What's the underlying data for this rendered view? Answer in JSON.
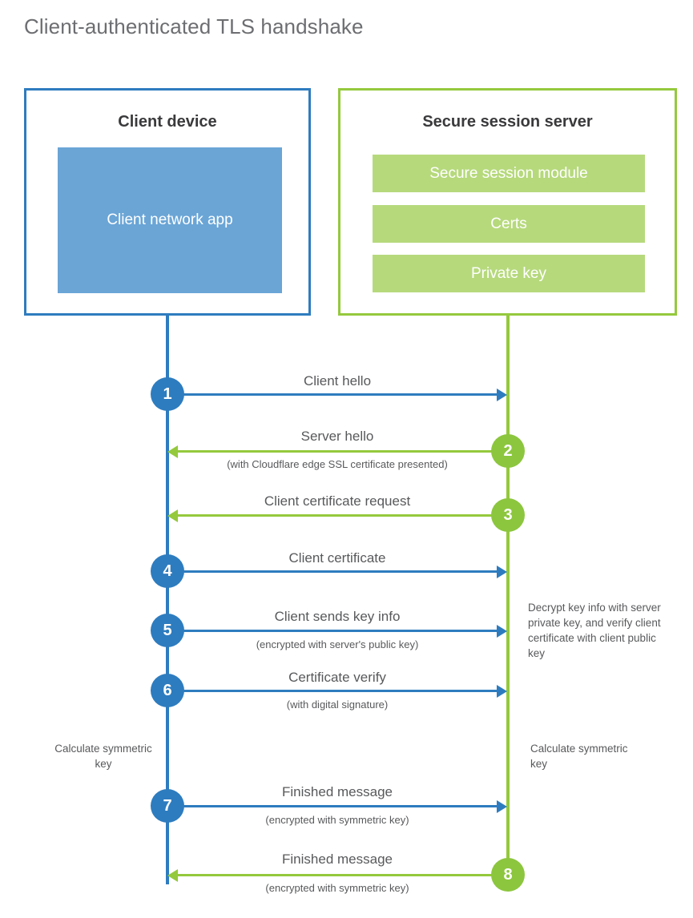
{
  "title": "Client-authenticated TLS handshake",
  "colors": {
    "blue_dark": "#2e7cbf",
    "blue_circle": "#2d7cbf",
    "blue_fill": "#6aa5d6",
    "green_dark": "#94c93d",
    "green_circle": "#8cc63e",
    "green_fill": "#b6d97c",
    "text": "#58595b",
    "title_text": "#6d6e71"
  },
  "client": {
    "title": "Client device",
    "app_label": "Client network app"
  },
  "server": {
    "title": "Secure session server",
    "items": [
      {
        "label": "Secure session module"
      },
      {
        "label": "Certs"
      },
      {
        "label": "Private key"
      }
    ]
  },
  "steps": [
    {
      "number": "1",
      "label": "Client hello",
      "sublabel": "",
      "direction": "client-to-server",
      "color": "blue"
    },
    {
      "number": "2",
      "label": "Server hello",
      "sublabel": "(with Cloudflare edge SSL certificate presented)",
      "direction": "server-to-client",
      "color": "green"
    },
    {
      "number": "3",
      "label": "Client certificate request",
      "sublabel": "",
      "direction": "server-to-client",
      "color": "green"
    },
    {
      "number": "4",
      "label": "Client certificate",
      "sublabel": "",
      "direction": "client-to-server",
      "color": "blue"
    },
    {
      "number": "5",
      "label": "Client sends key info",
      "sublabel": "(encrypted with server's public key)",
      "direction": "client-to-server",
      "color": "blue"
    },
    {
      "number": "6",
      "label": "Certificate verify",
      "sublabel": "(with digital signature)",
      "direction": "client-to-server",
      "color": "blue"
    },
    {
      "number": "7",
      "label": "Finished message",
      "sublabel": "(encrypted with symmetric key)",
      "direction": "client-to-server",
      "color": "blue"
    },
    {
      "number": "8",
      "label": "Finished message",
      "sublabel": "(encrypted with symmetric key)",
      "direction": "server-to-client",
      "color": "green"
    }
  ],
  "notes": {
    "decrypt": "Decrypt key info with server private key, and verify client certificate with client public key",
    "calculate_client": "Calculate symmetric key",
    "calculate_server": "Calculate symmetric key"
  }
}
